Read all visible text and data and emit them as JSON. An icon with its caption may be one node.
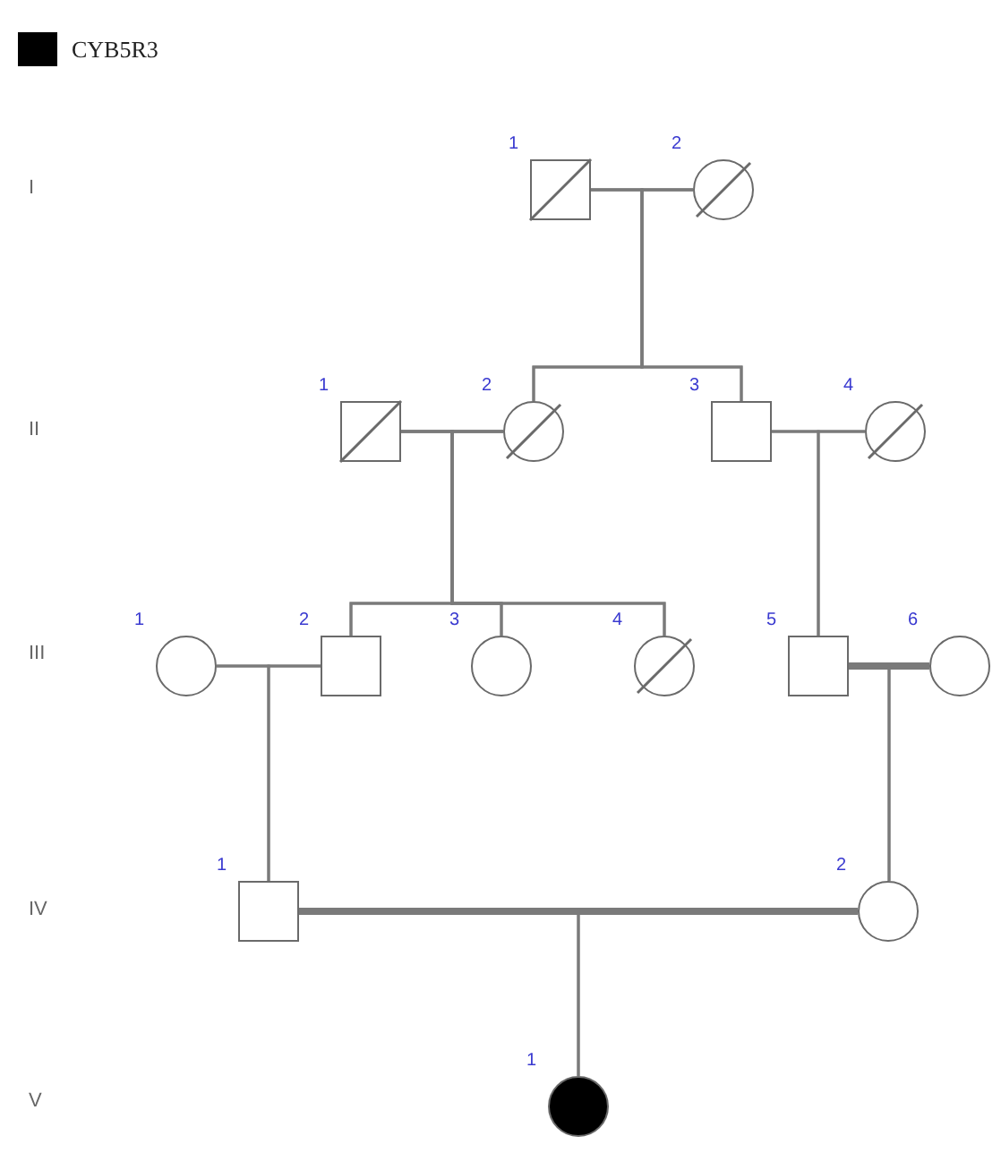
{
  "diagram": {
    "nodes": [
      {
        "text": [],
        "shape": "box",
        "beside": [
          "1"
        ]
      },
      {
        "text": [],
        "shape": "circle",
        "beside": [
          "2"
        ]
      },
      {
        "text": [],
        "shape": "box",
        "beside": [
          "1"
        ]
      },
      {
        "text": [],
        "shape": "circle",
        "beside": [
          "2"
        ]
      },
      {
        "text": [],
        "shape": "box",
        "beside": [
          "3"
        ]
      },
      {
        "text": [],
        "shape": "circle",
        "beside": [
          "4"
        ]
      },
      {
        "text": [],
        "shape": "circle",
        "beside": [
          "1"
        ]
      },
      {
        "text": [],
        "shape": "box",
        "beside": [
          "2"
        ]
      },
      {
        "text": [],
        "shape": "circle",
        "beside": [
          "3"
        ]
      },
      {
        "text": [],
        "shape": "circle",
        "beside": [
          "4"
        ]
      },
      {
        "text": [],
        "shape": "box",
        "beside": [
          "5"
        ]
      },
      {
        "text": [],
        "shape": "circle",
        "beside": [
          "6"
        ]
      },
      {
        "text": [],
        "shape": "box",
        "beside": [
          "1"
        ]
      },
      {
        "text": [],
        "shape": "circle",
        "beside": [
          "2"
        ]
      },
      {
        "text": [],
        "shape": "circle",
        "beside": [
          "1"
        ]
      }
    ],
    "edges": [
      {
        "from": 0,
        "to": 1,
        "arrow": "none"
      },
      {
        "from": 0,
        "to": 3,
        "arrow": "none"
      },
      {
        "from": 1,
        "to": 3,
        "arrow": "none"
      },
      {
        "from": 0,
        "to": 4,
        "arrow": "none"
      },
      {
        "from": 1,
        "to": 4,
        "arrow": "none"
      },
      {
        "from": 2,
        "to": 3,
        "arrow": "none"
      },
      {
        "from": 2,
        "to": 7,
        "arrow": "none"
      },
      {
        "from": 3,
        "to": 7,
        "arrow": "none"
      },
      {
        "from": 2,
        "to": 8,
        "arrow": "none"
      },
      {
        "from": 3,
        "to": 8,
        "arrow": "none"
      },
      {
        "from": 2,
        "to": 9,
        "arrow": "none"
      },
      {
        "from": 3,
        "to": 9,
        "arrow": "none"
      },
      {
        "from": 4,
        "to": 5,
        "arrow": "none"
      },
      {
        "from": 4,
        "to": 10,
        "arrow": "none"
      },
      {
        "from": 5,
        "to": 10,
        "arrow": "none"
      },
      {
        "from": 6,
        "to": 7,
        "arrow": "none"
      },
      {
        "from": 6,
        "to": 12,
        "arrow": "none"
      },
      {
        "from": 7,
        "to": 12,
        "arrow": "none"
      },
      {
        "from": 10,
        "to": 11,
        "arrow": "none",
        "style": "thick"
      },
      {
        "from": 10,
        "to": 13,
        "arrow": "none"
      },
      {
        "from": 11,
        "to": 13,
        "arrow": "none"
      },
      {
        "from": 12,
        "to": 13,
        "arrow": "none",
        "style": "thick"
      },
      {
        "from": 12,
        "to": 14,
        "arrow": "none"
      },
      {
        "from": 13,
        "to": 14,
        "arrow": "none"
      }
    ],
    "labels": [
      "I",
      "II",
      "III",
      "IV",
      "V"
    ],
    "legend": [
      {
        "text": "CYB5R3",
        "color": "#000000"
      }
    ]
  }
}
